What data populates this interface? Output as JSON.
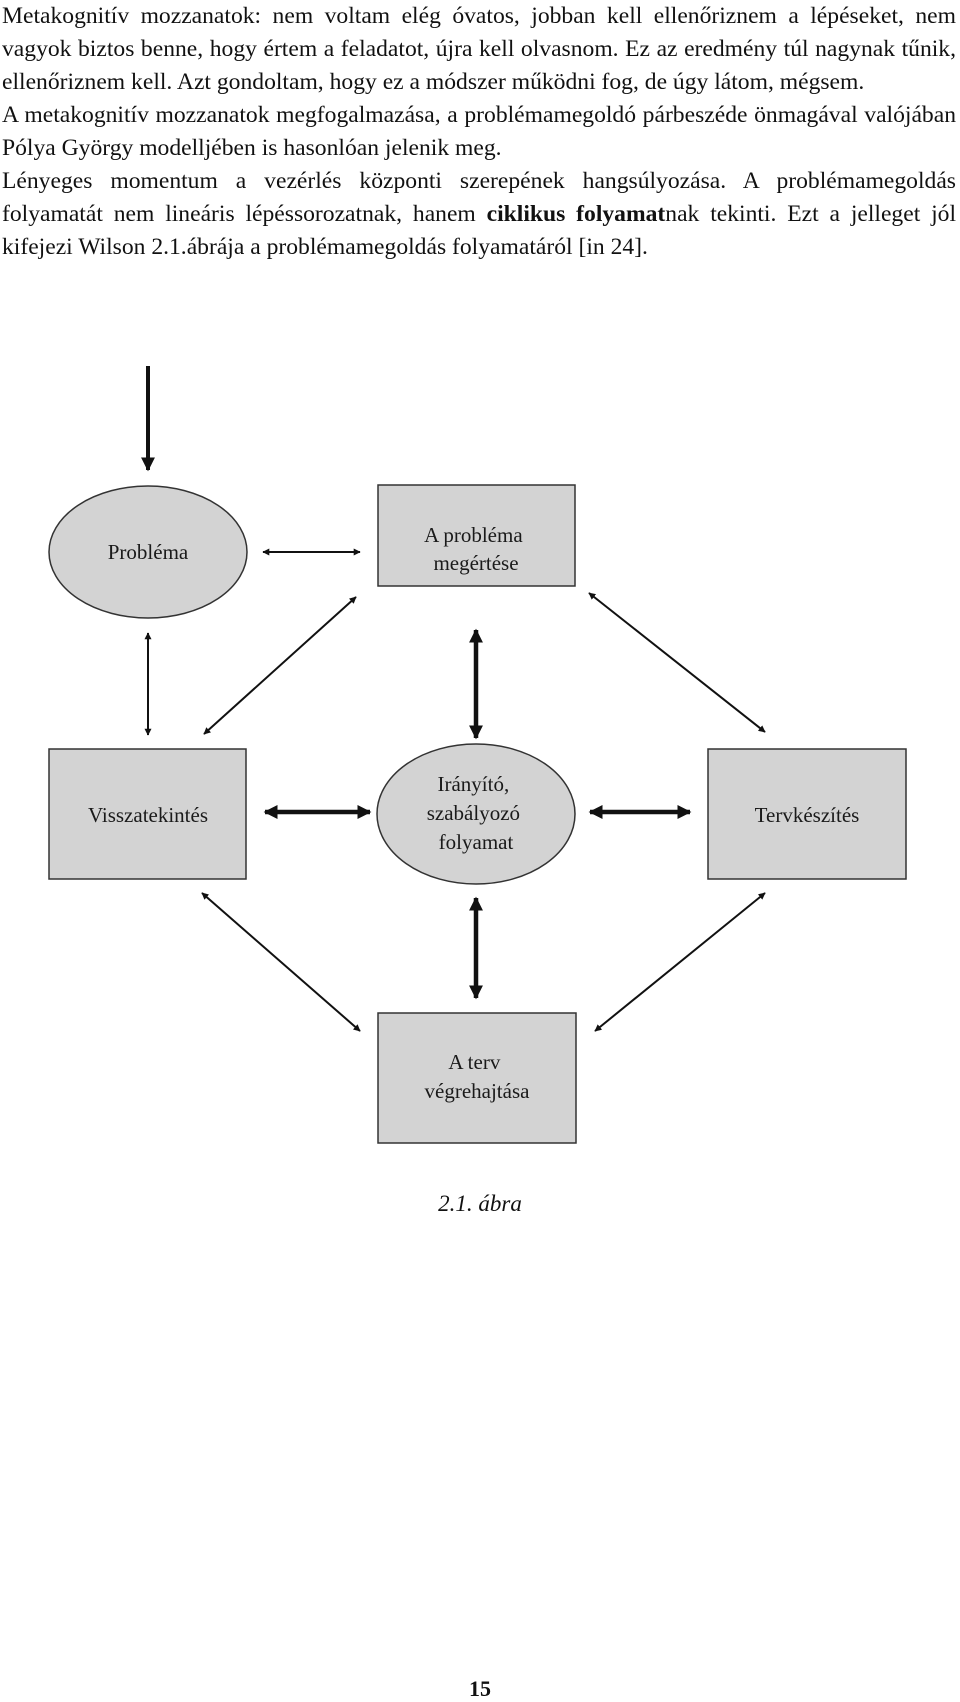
{
  "paragraphs": [
    "Metakognitív mozzanatok: nem voltam elég óvatos, jobban kell ellenőriznem a lépéseket, nem vagyok biztos benne, hogy értem a feladatot, újra kell olvasnom. Ez az eredmény túl nagynak tűnik, ellenőriznem kell. Azt gondoltam, hogy ez a módszer működni fog, de úgy látom, mégsem.",
    "A metakognitív mozzanatok megfogalmazása, a problémamegoldó párbeszéde önmagával valójában Pólya György modelljében is hasonlóan jelenik meg.",
    {
      "before": "Lényeges momentum a vezérlés központi szerepének hangsúlyozása. A problémamegoldás folyamatát nem lineáris lépéssorozatnak, hanem ",
      "bold": "ciklikus folyamat",
      "after": "nak tekinti. Ezt a jelleget jól kifejezi Wilson 2.1.ábrája a problémamegoldás folyamatáról [in 24]."
    }
  ],
  "diagram": {
    "nodes": {
      "problem": [
        "Probléma"
      ],
      "understanding": [
        "A probléma",
        "megértése"
      ],
      "looking_back": [
        "Visszatekintés"
      ],
      "control": [
        "Irányító,",
        "szabályozó",
        "folyamat"
      ],
      "planning": [
        "Tervkészítés"
      ],
      "execution": [
        "A terv",
        "végrehajtása"
      ]
    },
    "colors": {
      "node_fill": "#d3d3d3",
      "node_stroke": "#333333",
      "arrow": "#111111"
    }
  },
  "caption": "2.1. ábra",
  "page_number": "15"
}
